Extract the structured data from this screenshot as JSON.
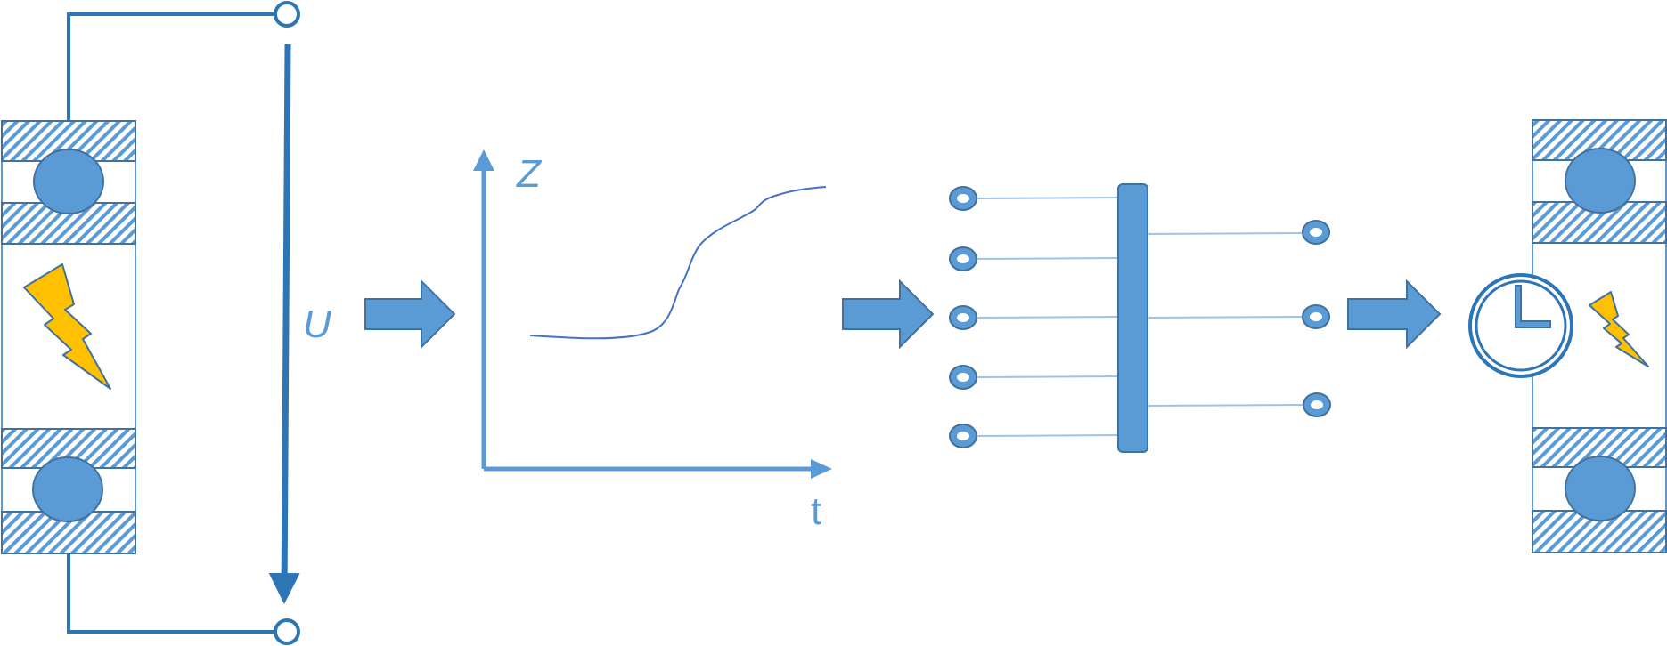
{
  "labels": {
    "voltage": "U",
    "y_axis": "Z",
    "x_axis": "t"
  },
  "colors": {
    "primary_blue": "#2e75b6",
    "fill_blue": "#5b9bd5",
    "stroke_blue": "#41719c",
    "lightning_fill": "#ffc000",
    "background": "#ffffff"
  },
  "icons": {
    "lightning": "lightning-bolt-icon",
    "clock": "clock-icon",
    "arrow": "right-arrow-icon"
  }
}
